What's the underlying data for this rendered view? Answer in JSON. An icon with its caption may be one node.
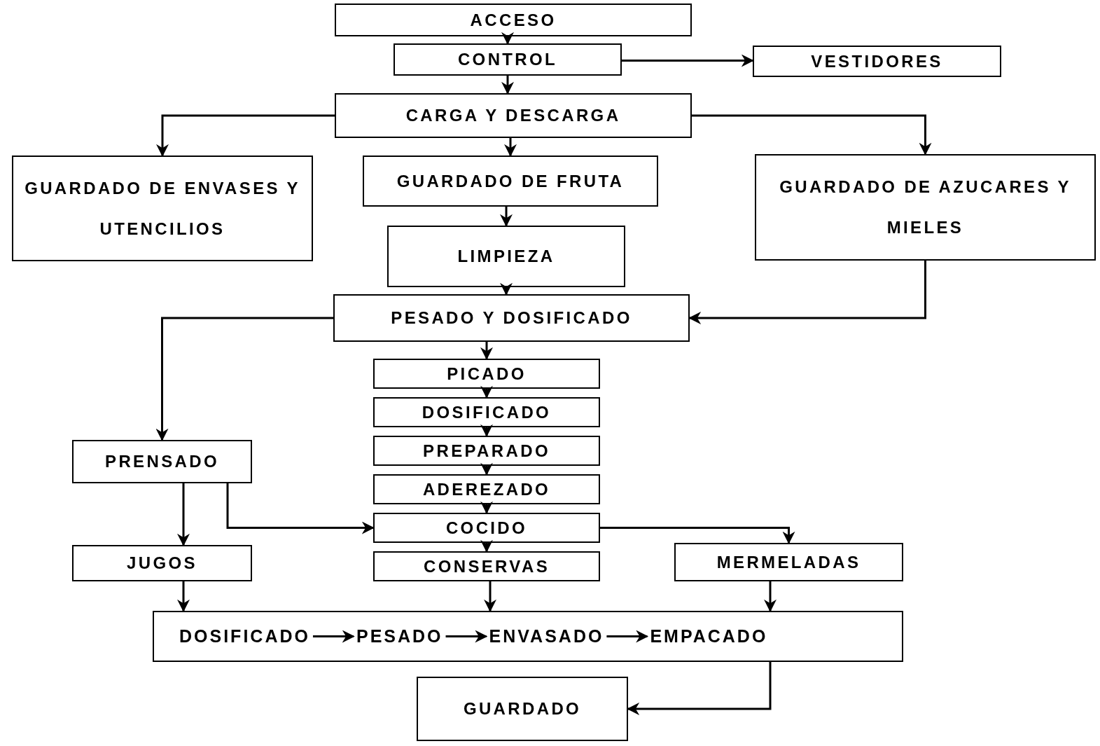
{
  "diagram": {
    "nodes": [
      {
        "text": [
          "ACCESO"
        ]
      },
      {
        "text": [
          "CONTROL"
        ]
      },
      {
        "text": [
          "VESTIDORES"
        ]
      },
      {
        "text": [
          "CARGA Y DESCARGA"
        ]
      },
      {
        "text": [
          "GUARDADO DE ENVASES Y UTENCILIOS"
        ]
      },
      {
        "text": [
          "GUARDADO DE FRUTA"
        ]
      },
      {
        "text": [
          "GUARDADO DE AZUCARES Y MIELES"
        ]
      },
      {
        "text": [
          "LIMPIEZA"
        ]
      },
      {
        "text": [
          "PESADO Y DOSIFICADO"
        ]
      },
      {
        "text": [
          "PICADO"
        ]
      },
      {
        "text": [
          "DOSIFICADO"
        ]
      },
      {
        "text": [
          "PREPARADO"
        ]
      },
      {
        "text": [
          "ADEREZADO"
        ]
      },
      {
        "text": [
          "COCIDO"
        ]
      },
      {
        "text": [
          "CONSERVAS"
        ]
      },
      {
        "text": [
          "PRENSADO"
        ]
      },
      {
        "text": [
          "JUGOS"
        ]
      },
      {
        "text": [
          "MERMELADAS"
        ]
      },
      {
        "text": [],
        "shape": "box"
      },
      {
        "text": [
          "DOSIFICADO"
        ],
        "in": 18
      },
      {
        "text": [
          "PESADO"
        ],
        "in": 18
      },
      {
        "text": [
          "ENVASADO"
        ],
        "in": 18
      },
      {
        "text": [
          "EMPACADO"
        ],
        "in": 18
      },
      {
        "text": [
          "GUARDADO"
        ]
      }
    ],
    "edges": [
      {
        "from": 0,
        "to": 1,
        "arrow": "to"
      },
      {
        "from": 1,
        "to": 2,
        "arrow": "to"
      },
      {
        "from": 1,
        "to": 3,
        "arrow": "to"
      },
      {
        "from": 3,
        "to": 4,
        "arrow": "to"
      },
      {
        "from": 3,
        "to": 5,
        "arrow": "to"
      },
      {
        "from": 3,
        "to": 6,
        "arrow": "to"
      },
      {
        "from": 5,
        "to": 7,
        "arrow": "to"
      },
      {
        "from": 7,
        "to": 8,
        "arrow": "to"
      },
      {
        "from": 6,
        "to": 8,
        "arrow": "to"
      },
      {
        "from": 8,
        "to": 15,
        "arrow": "to"
      },
      {
        "from": 8,
        "to": 9,
        "arrow": "to"
      },
      {
        "from": 9,
        "to": 10,
        "arrow": "to"
      },
      {
        "from": 10,
        "to": 11,
        "arrow": "to"
      },
      {
        "from": 11,
        "to": 12,
        "arrow": "to"
      },
      {
        "from": 12,
        "to": 13,
        "arrow": "to"
      },
      {
        "from": 13,
        "to": 14,
        "arrow": "to"
      },
      {
        "from": 15,
        "to": 16,
        "arrow": "to"
      },
      {
        "from": 15,
        "to": 13,
        "arrow": "to"
      },
      {
        "from": 13,
        "to": 17,
        "arrow": "to"
      },
      {
        "from": 16,
        "to": 18,
        "arrow": "to"
      },
      {
        "from": 14,
        "to": 18,
        "arrow": "to"
      },
      {
        "from": 17,
        "to": 18,
        "arrow": "to"
      },
      {
        "from": 19,
        "to": 20,
        "arrow": "to"
      },
      {
        "from": 20,
        "to": 21,
        "arrow": "to"
      },
      {
        "from": 21,
        "to": 22,
        "arrow": "to"
      },
      {
        "from": 18,
        "to": 23,
        "arrow": "to"
      }
    ]
  }
}
